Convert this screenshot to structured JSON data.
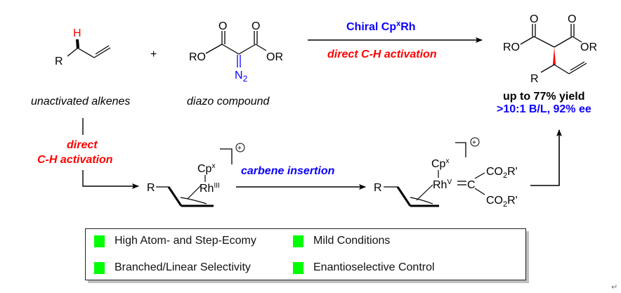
{
  "title": "Chiral CpxRh-catalyzed direct C-H activation of unactivated alkenes with diazo compounds",
  "reactants": {
    "alkene": {
      "h_label": "H",
      "r_label": "R",
      "caption": "unactivated alkenes"
    },
    "plus": "+",
    "diazo": {
      "o1": "O",
      "o2": "O",
      "ro_left": "RO",
      "or_right": "OR",
      "n2": "N",
      "n2_sub": "2",
      "caption": "diazo compound"
    }
  },
  "main_arrow": {
    "catalyst_prefix": "Chiral Cp",
    "catalyst_sup": "x",
    "catalyst_suffix": "Rh",
    "condition": "direct C-H activation"
  },
  "product": {
    "o1": "O",
    "o2": "O",
    "ro_left": "RO",
    "or_right": "OR",
    "r_label": "R",
    "yield": "up to 77% yield",
    "selectivity": ">10:1 B/L, 92% ee"
  },
  "mechanism": {
    "step1_line1": "direct",
    "step1_line2": "C-H activation",
    "intermediate1": {
      "r": "R",
      "cp": "Cp",
      "cp_sup": "x",
      "rh": "Rh",
      "rh_ox": "III",
      "charge": "+"
    },
    "step2": "carbene insertion",
    "intermediate2": {
      "r": "R",
      "cp": "Cp",
      "cp_sup": "x",
      "rh": "Rh",
      "rh_ox": "V",
      "c": "C",
      "ester_top": "CO",
      "ester_top_sub": "2",
      "ester_top_r": "R'",
      "ester_bot": "CO",
      "ester_bot_sub": "2",
      "ester_bot_r": "R'",
      "charge": "+"
    }
  },
  "features": [
    {
      "label": "High Atom- and Step-Ecomy"
    },
    {
      "label": "Mild Conditions"
    },
    {
      "label": "Branched/Linear Selectivity"
    },
    {
      "label": "Enantioselective Control"
    }
  ],
  "colors": {
    "accent_blue": "#0a00ff",
    "accent_red": "#ff0000",
    "feature_green": "#00ff00"
  },
  "paragraph_mark": "↵"
}
